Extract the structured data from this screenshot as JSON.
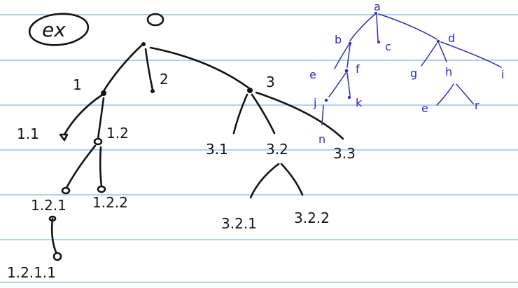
{
  "colors": {
    "ink": "#141414",
    "blue_ink": "#2d2fb8",
    "rule": "#7fb6e6",
    "paper": "#ffffff"
  },
  "example_label": "ex",
  "black_tree": {
    "labels": {
      "n1": "1",
      "n2": "2",
      "n3": "3",
      "n11": "1.1",
      "n12": "1.2",
      "n121": "1.2.1",
      "n122": "1.2.2",
      "n1211": "1.2.1.1",
      "n31": "3.1",
      "n32": "3.2",
      "n33": "3.3",
      "n321": "3.2.1",
      "n322": "3.2.2"
    }
  },
  "blue_tree": {
    "labels": {
      "a": "a",
      "b": "b",
      "c": "c",
      "d": "d",
      "e": "e",
      "f": "f",
      "j": "j",
      "k": "k",
      "n": "n",
      "g": "g",
      "h": "h",
      "i": "i",
      "e2": "e",
      "r": "r"
    }
  }
}
